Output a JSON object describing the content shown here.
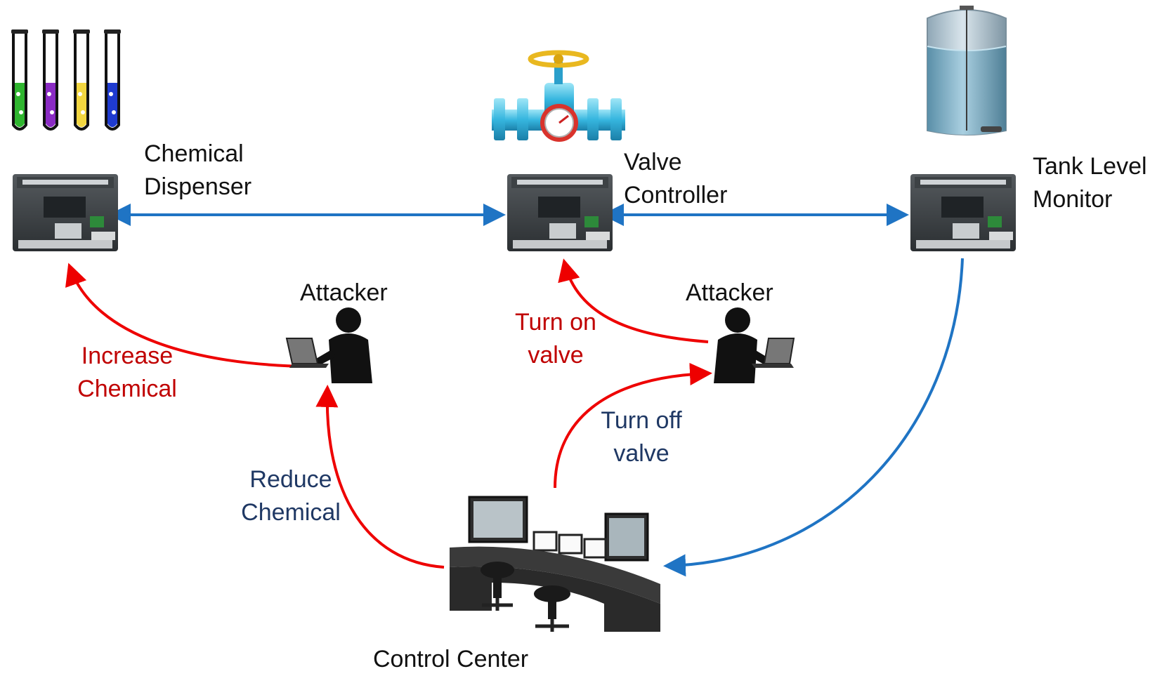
{
  "nodes": {
    "chemical_dispenser": [
      "Chemical",
      "Dispenser"
    ],
    "valve_controller": [
      "Valve",
      "Controller"
    ],
    "tank_level_monitor": [
      "Tank Level",
      "Monitor"
    ],
    "control_center": "Control Center",
    "attacker_left": "Attacker",
    "attacker_right": "Attacker"
  },
  "edge_labels": {
    "increase_chemical": [
      "Increase",
      "Chemical"
    ],
    "turn_on_valve": [
      "Turn on",
      "valve"
    ],
    "reduce_chemical": [
      "Reduce",
      "Chemical"
    ],
    "turn_off_valve": [
      "Turn off",
      "valve"
    ]
  },
  "colors": {
    "attack_arrow": "#ee0000",
    "link_arrow": "#1f74c4",
    "attack_text": "#c00000",
    "command_text": "#1f3864"
  },
  "icons": {
    "plc": "plc-controller-icon",
    "test_tubes": "test-tubes-icon",
    "valve": "pipe-valve-icon",
    "tank": "water-tank-icon",
    "attacker": "hacker-laptop-icon",
    "control_room": "control-room-desk-icon"
  }
}
